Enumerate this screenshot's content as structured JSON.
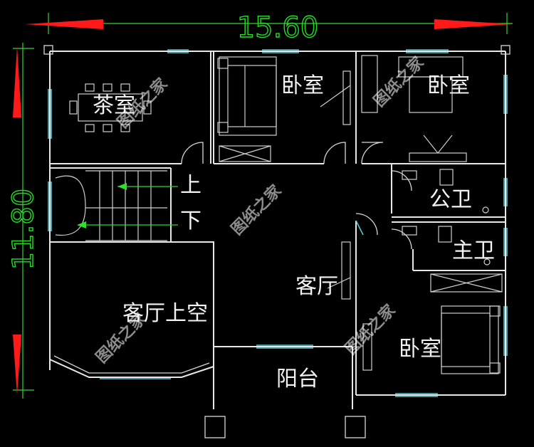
{
  "dimensions": {
    "width_label": "15.60",
    "height_label": "11.80"
  },
  "rooms": {
    "tea_room": "茶室",
    "bedroom_top_mid": "卧室",
    "bedroom_top_right": "卧室",
    "public_bath": "公卫",
    "master_bath": "主卫",
    "living_room": "客厅",
    "living_room_void": "客厅上空",
    "balcony": "阳台",
    "bedroom_bottom_right": "卧室",
    "stair_up": "上",
    "stair_down": "下"
  },
  "watermark": "图纸之家",
  "colors": {
    "dimension_arrow": "#ff1a1a",
    "dimension_line": "#2fd62f",
    "walls": "#e8e8e8",
    "windows": "#5fc7d0"
  }
}
